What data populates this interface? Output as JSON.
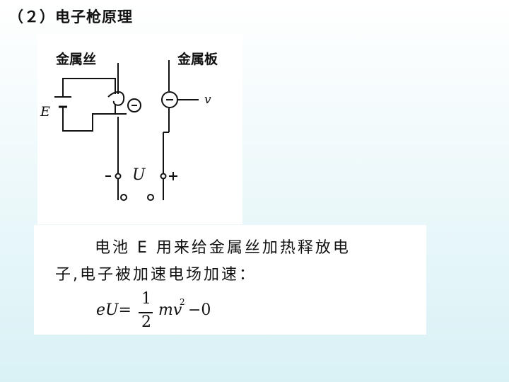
{
  "header": {
    "title": "（２）电子枪原理"
  },
  "diagram": {
    "label_wire": "金属丝",
    "label_plate": "金属板",
    "label_battery": "E",
    "label_voltage": "U",
    "label_minus": "-",
    "label_plus": "+",
    "label_velocity": "v",
    "electron_symbol": "−"
  },
  "text": {
    "line1": "电池 E 用来给金属丝加热释放电",
    "line2": "子,电子被加速电场加速：",
    "formula": {
      "lhs": "eU=",
      "numerator": "1",
      "denominator": "2",
      "rhs_var": "mv",
      "rhs_exp": "2",
      "rhs_tail": "−0"
    }
  }
}
